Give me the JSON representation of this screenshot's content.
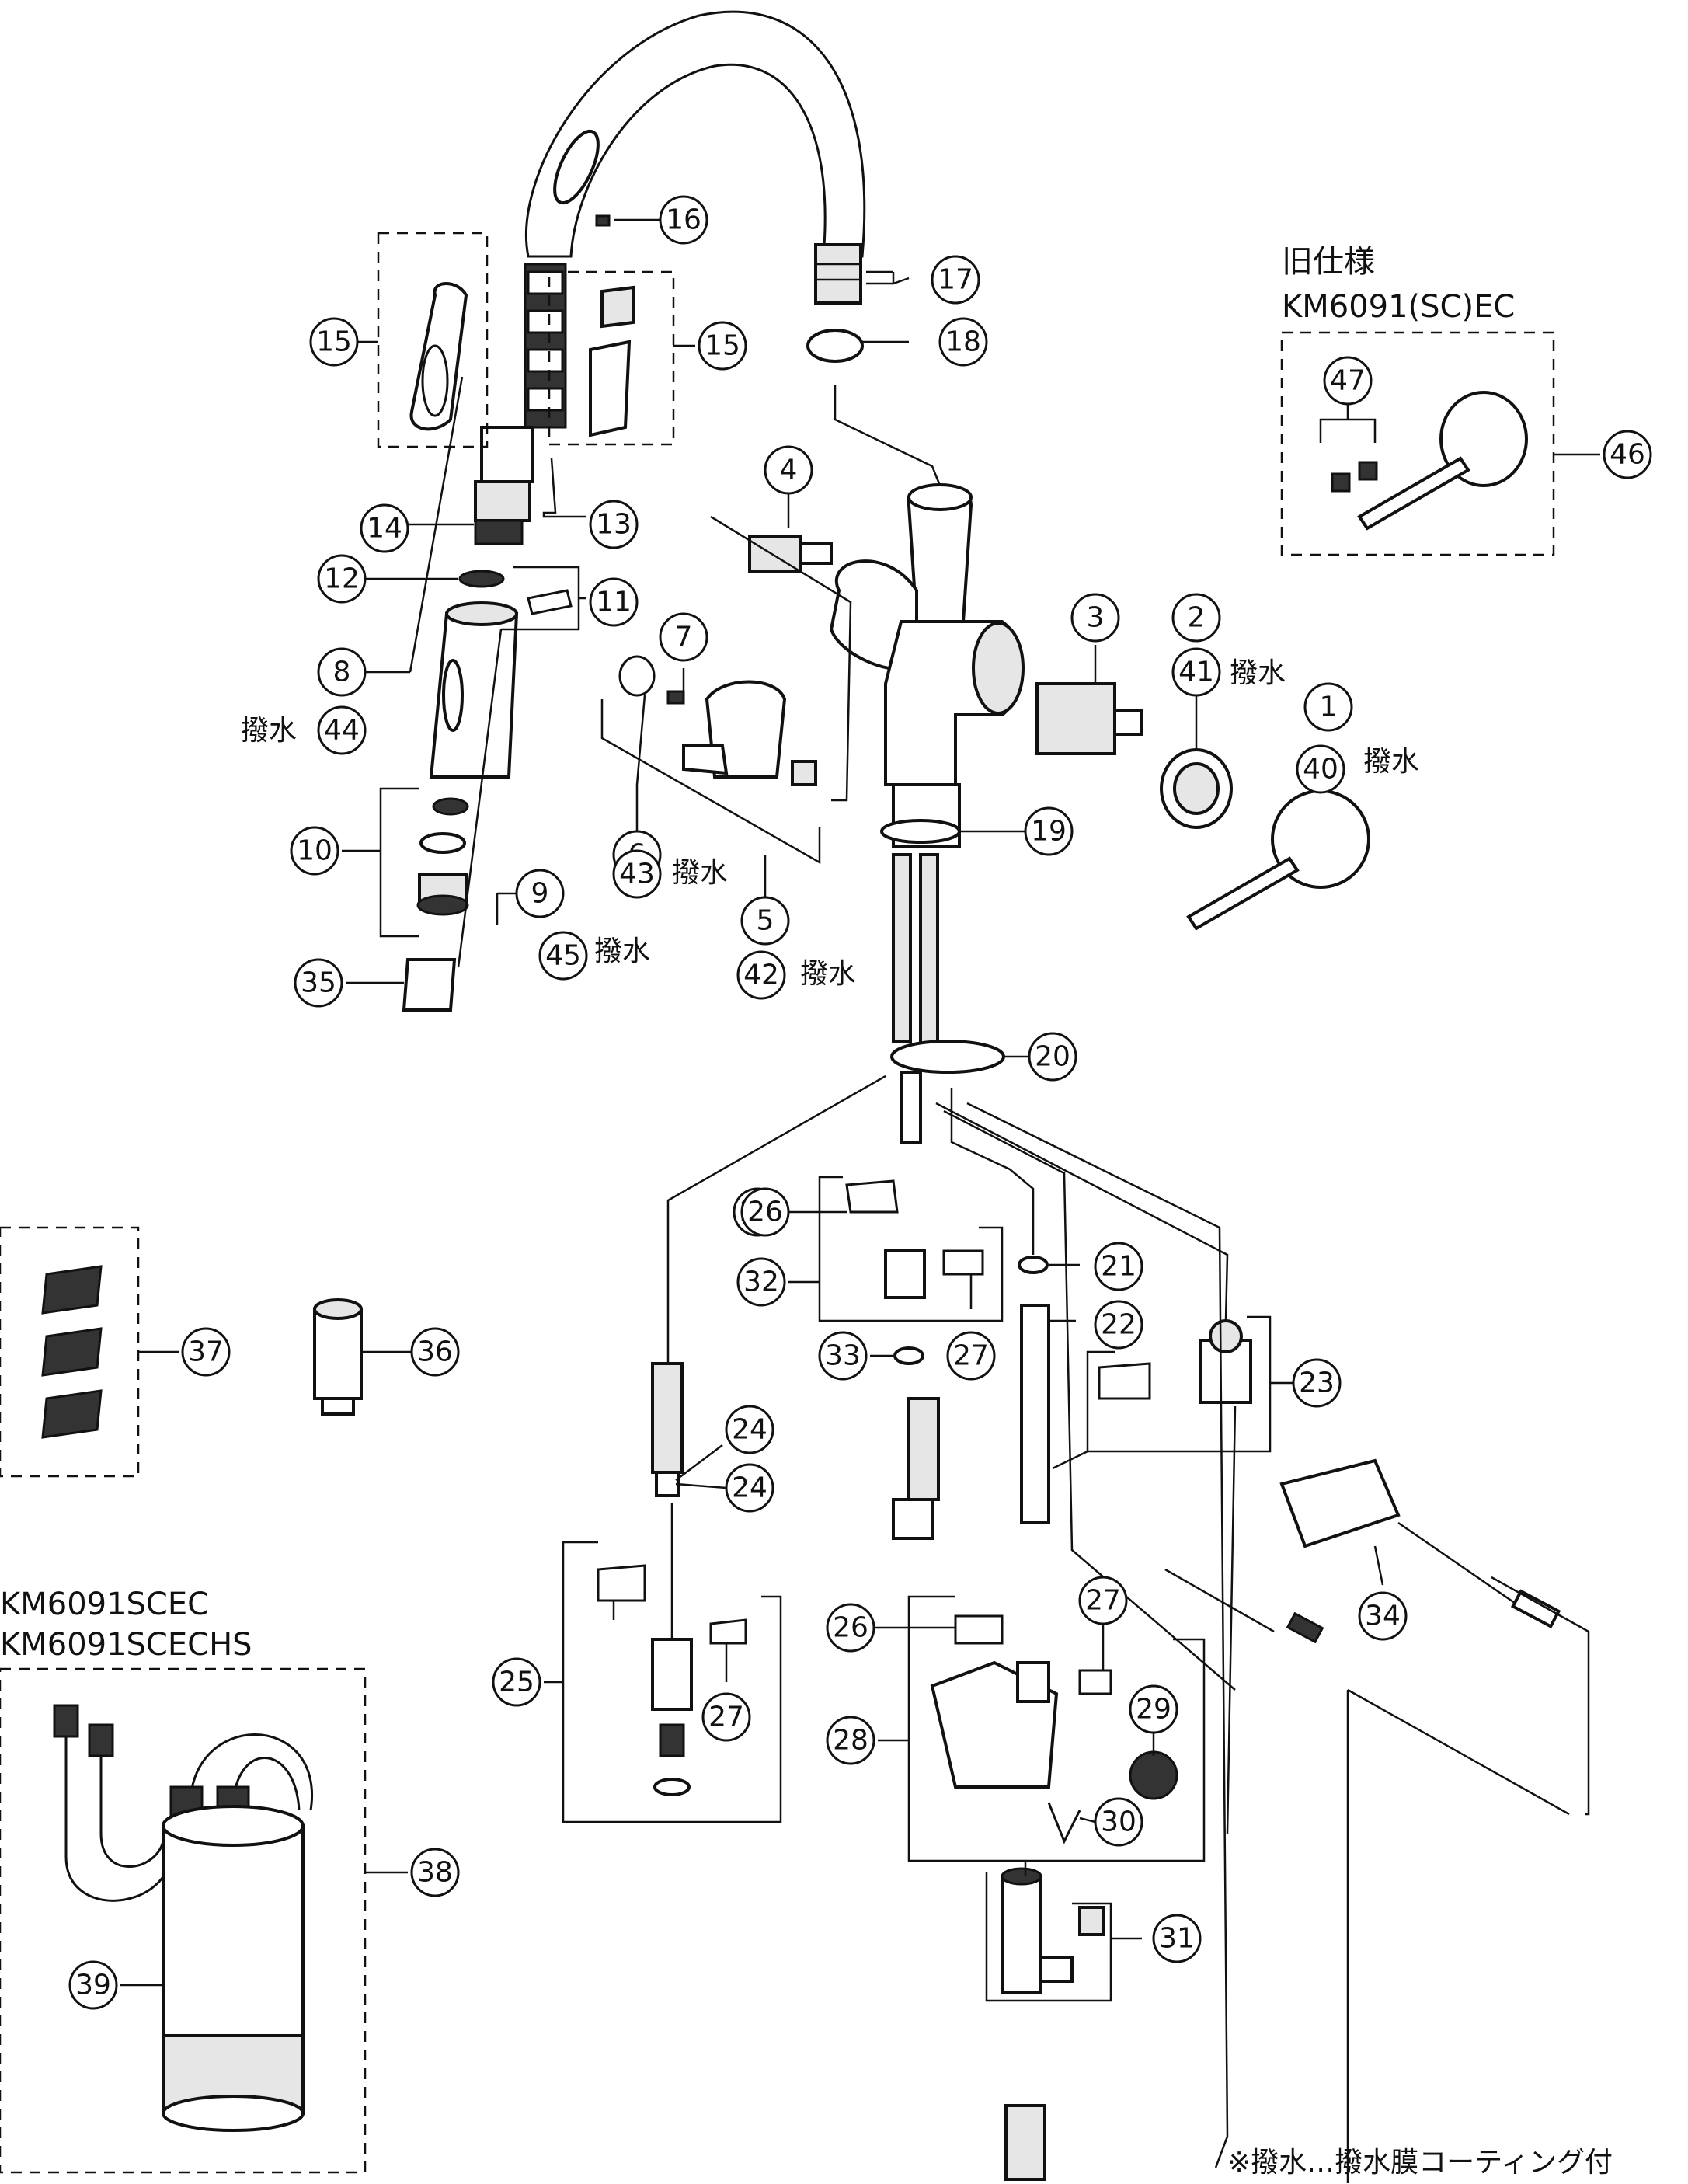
{
  "legacy_box": {
    "title": "旧仕様",
    "model": "KM6091(SC)EC"
  },
  "cartridge_box": {
    "model_1": "KM6091SCEC",
    "model_2": "KM6091SCECHS"
  },
  "tag_text": "撥水",
  "footnote": "※撥水…撥水膜コーティング付",
  "callouts": [
    {
      "n": "1"
    },
    {
      "n": "2"
    },
    {
      "n": "3"
    },
    {
      "n": "4"
    },
    {
      "n": "5"
    },
    {
      "n": "6"
    },
    {
      "n": "7"
    },
    {
      "n": "8"
    },
    {
      "n": "9"
    },
    {
      "n": "10"
    },
    {
      "n": "11"
    },
    {
      "n": "12"
    },
    {
      "n": "13"
    },
    {
      "n": "14"
    },
    {
      "n": "15"
    },
    {
      "n": "15"
    },
    {
      "n": "16"
    },
    {
      "n": "17"
    },
    {
      "n": "18"
    },
    {
      "n": "19"
    },
    {
      "n": "20"
    },
    {
      "n": "21"
    },
    {
      "n": "22"
    },
    {
      "n": "23"
    },
    {
      "n": "24"
    },
    {
      "n": "24"
    },
    {
      "n": "25"
    },
    {
      "n": "26"
    },
    {
      "n": "26"
    },
    {
      "n": "26"
    },
    {
      "n": "27"
    },
    {
      "n": "27"
    },
    {
      "n": "27"
    },
    {
      "n": "28"
    },
    {
      "n": "29"
    },
    {
      "n": "30"
    },
    {
      "n": "31"
    },
    {
      "n": "32"
    },
    {
      "n": "33"
    },
    {
      "n": "34"
    },
    {
      "n": "35"
    },
    {
      "n": "36"
    },
    {
      "n": "37"
    },
    {
      "n": "38"
    },
    {
      "n": "39"
    },
    {
      "n": "40"
    },
    {
      "n": "41"
    },
    {
      "n": "42"
    },
    {
      "n": "43"
    },
    {
      "n": "44"
    },
    {
      "n": "45"
    },
    {
      "n": "46"
    },
    {
      "n": "47"
    }
  ]
}
